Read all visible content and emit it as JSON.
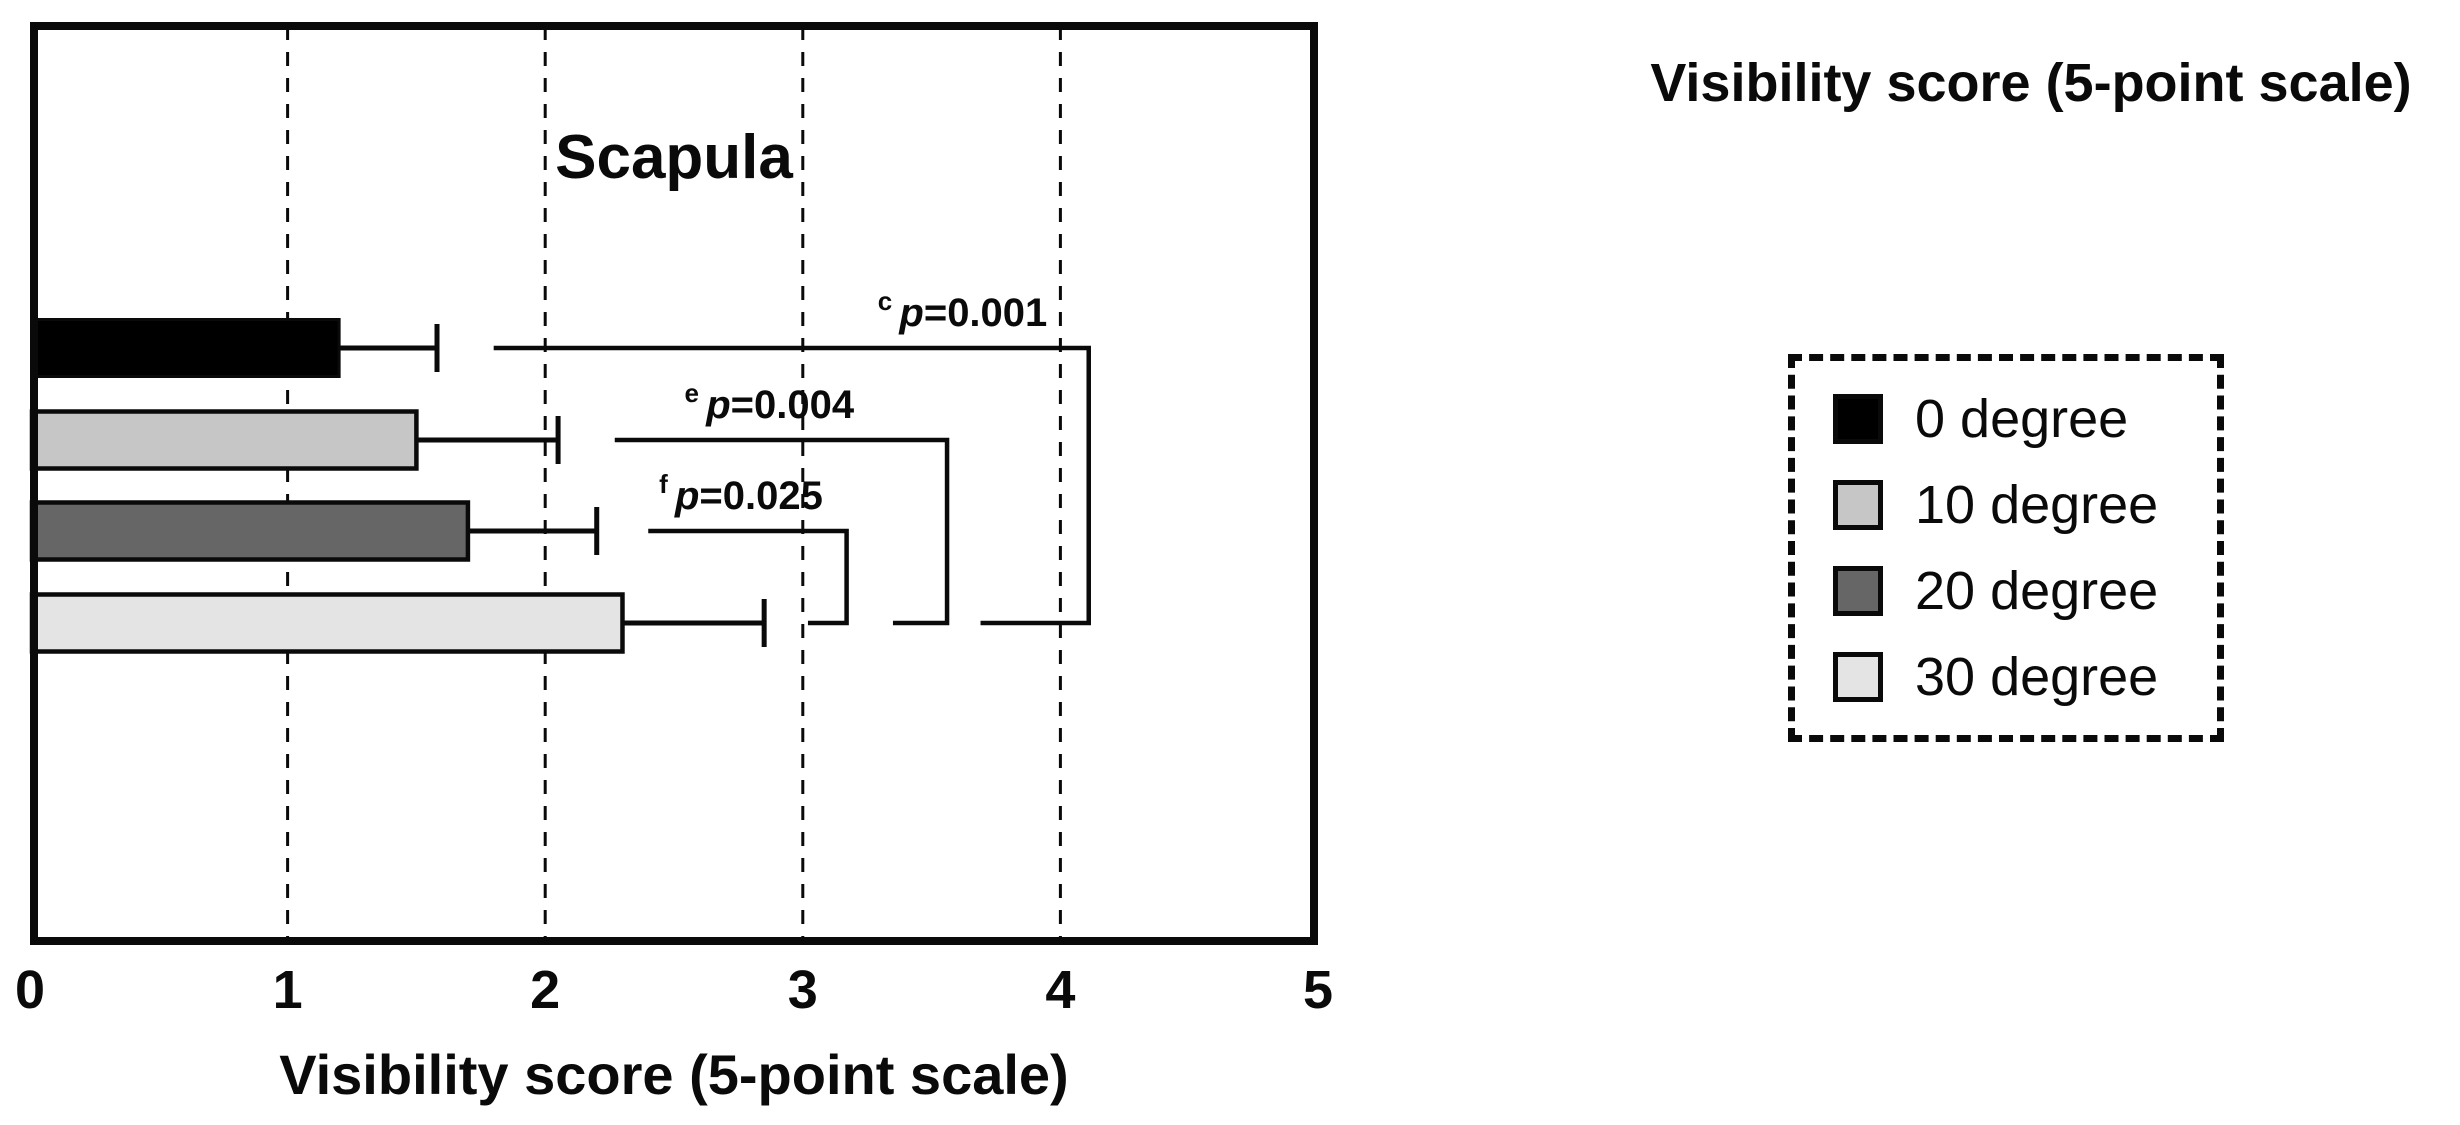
{
  "figure": {
    "plot_title": "Scapula",
    "x_axis_label": "Visibility score (5-point scale)"
  },
  "right_panel": {
    "title": "Visibility score (5-point scale)"
  },
  "legend": {
    "items": [
      {
        "label": "0 degree",
        "color": "#000000"
      },
      {
        "label": "10 degree",
        "color": "#c6c6c6"
      },
      {
        "label": "20 degree",
        "color": "#666666"
      },
      {
        "label": "30 degree",
        "color": "#e4e4e4"
      }
    ]
  },
  "chart_data": {
    "type": "bar",
    "orientation": "horizontal",
    "title": "Scapula",
    "xlabel": "Visibility score (5-point scale)",
    "xlim": [
      0,
      5
    ],
    "xticks": [
      "0",
      "1",
      "2",
      "3",
      "4",
      "5"
    ],
    "gridlines_x": [
      1,
      2,
      3,
      4
    ],
    "grid_style": "dashed",
    "legend_position": "outside-right",
    "categories": [
      "0 degree",
      "10 degree",
      "20 degree",
      "30 degree"
    ],
    "values": [
      1.2,
      1.5,
      1.7,
      2.3
    ],
    "error_upper": [
      1.58,
      2.05,
      2.2,
      2.85
    ],
    "bar_colors": [
      "#000000",
      "#c6c6c6",
      "#666666",
      "#e4e4e4"
    ],
    "significance": [
      {
        "sup": "c",
        "label": "p=0.001",
        "from_bar": 0,
        "to_bar": 3,
        "line_start": 1.8,
        "line_end": 4.11,
        "foot_end": 3.69,
        "label_cx": 3.62
      },
      {
        "sup": "e",
        "label": "p=0.004",
        "from_bar": 1,
        "to_bar": 3,
        "line_start": 2.27,
        "line_end": 3.56,
        "foot_end": 3.35,
        "label_cx": 2.87
      },
      {
        "sup": "f",
        "label": "p=0.025",
        "from_bar": 2,
        "to_bar": 3,
        "line_start": 2.4,
        "line_end": 3.17,
        "foot_end": 3.02,
        "label_cx": 2.76
      }
    ]
  }
}
